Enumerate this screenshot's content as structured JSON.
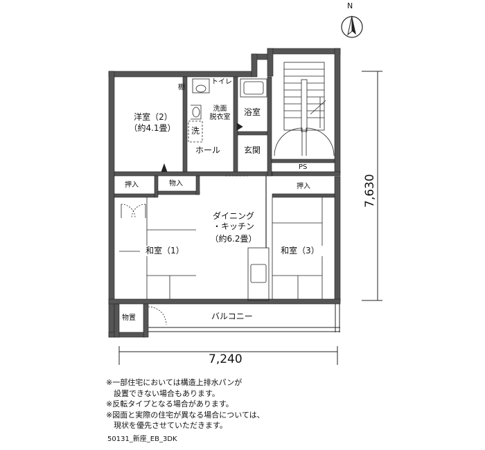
{
  "north_label": "N",
  "rooms": {
    "western_room": "洋室（2）",
    "western_room_size": "（約4.1畳）",
    "shelf": "棚",
    "toilet": "トイレ",
    "washroom": "洗面\n脱衣室",
    "washing_machine": "洗",
    "bathroom": "浴室",
    "hall": "ホール",
    "entrance": "玄関",
    "ps": "PS",
    "closet_left": "押入",
    "storage": "物入",
    "closet_right": "押入",
    "dining_kitchen": "ダイニング\n・キッチン",
    "dining_kitchen_size": "（約6.2畳）",
    "japanese_room_1": "和室（1）",
    "japanese_room_3": "和室（3）",
    "outdoor_storage": "物置",
    "balcony": "バルコニー"
  },
  "dimensions": {
    "width": "7,240",
    "height": "7,630"
  },
  "notes": [
    "※一部住宅においては構造上排水パンが",
    "　設置できない場合もあります。",
    "※反転タイプとなる場合があります。",
    "※図面と実際の住宅が異なる場合については、",
    "　現状を優先させていただきます。"
  ],
  "plan_code": "50131_新座_EB_3DK"
}
